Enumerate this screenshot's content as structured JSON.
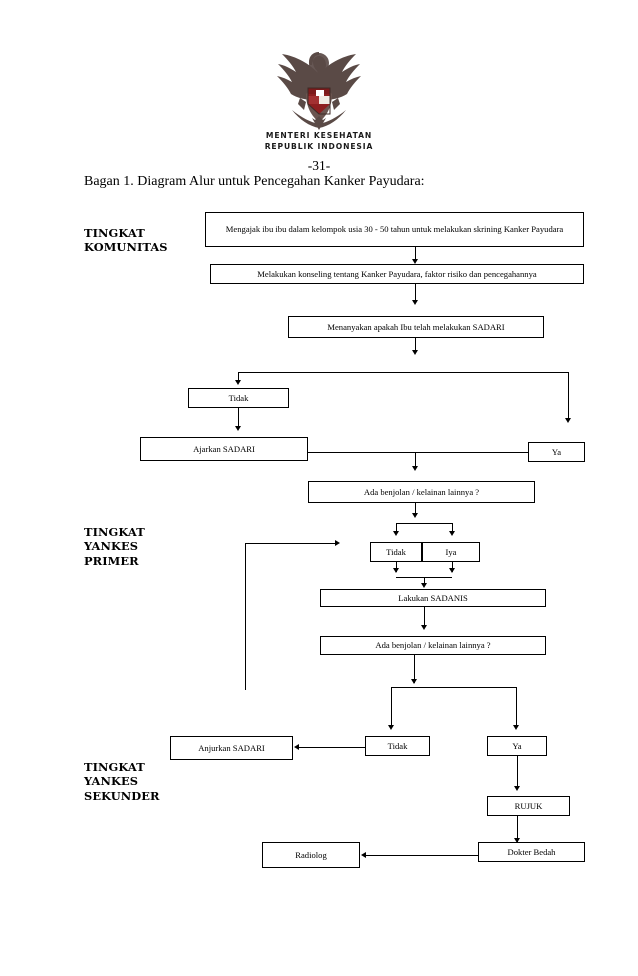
{
  "emblem": {
    "caption_line1": "MENTERI KESEHATAN",
    "caption_line2": "REPUBLIK INDONESIA",
    "icon": "garuda-pancasila-emblem"
  },
  "page_number": "-31-",
  "doc_title": "Bagan 1. Diagram Alur untuk Pencegahan Kanker Payudara:",
  "tiers": [
    {
      "id": "komunitas",
      "label": "TINGKAT\nKOMUNITAS"
    },
    {
      "id": "yankes-primer",
      "label": "TINGKAT\nYANKES\nPRIMER"
    },
    {
      "id": "yankes-sekunder",
      "label": "TINGKAT\nYANKES\nSEKUNDER"
    }
  ],
  "nodes": [
    {
      "id": "mengajak-skrining",
      "text": "Mengajak ibu ibu dalam kelompok usia 30 - 50  tahun untuk melakukan skrining Kanker Payudara"
    },
    {
      "id": "konseling",
      "text": "Melakukan konseling tentang Kanker Payudara, faktor risiko dan pencegahannya"
    },
    {
      "id": "menanyakan-sadari",
      "text": "Menanyakan apakah Ibu telah melakukan SADARI"
    },
    {
      "id": "tidak-1",
      "text": "Tidak"
    },
    {
      "id": "ya-1",
      "text": "Ya"
    },
    {
      "id": "ajarkan-sadari",
      "text": "Ajarkan SADARI"
    },
    {
      "id": "ada-benjolan-1",
      "text": "Ada benjolan / kelainan lainnya ?"
    },
    {
      "id": "tidak-2",
      "text": "Tidak"
    },
    {
      "id": "iya-2",
      "text": "Iya"
    },
    {
      "id": "lakukan-sadanis",
      "text": "Lakukan SADANIS"
    },
    {
      "id": "ada-benjolan-2",
      "text": "Ada benjolan / kelainan lainnya ?"
    },
    {
      "id": "anjurkan-sadari",
      "text": "Anjurkan SADARI"
    },
    {
      "id": "tidak-3",
      "text": "Tidak"
    },
    {
      "id": "ya-3",
      "text": "Ya"
    },
    {
      "id": "rujuk",
      "text": "RUJUK"
    },
    {
      "id": "radiolog",
      "text": "Radiolog"
    },
    {
      "id": "dokter-bedah",
      "text": "Dokter Bedah"
    }
  ],
  "colors": {
    "line": "#000000",
    "background": "#ffffff",
    "text": "#000000"
  }
}
